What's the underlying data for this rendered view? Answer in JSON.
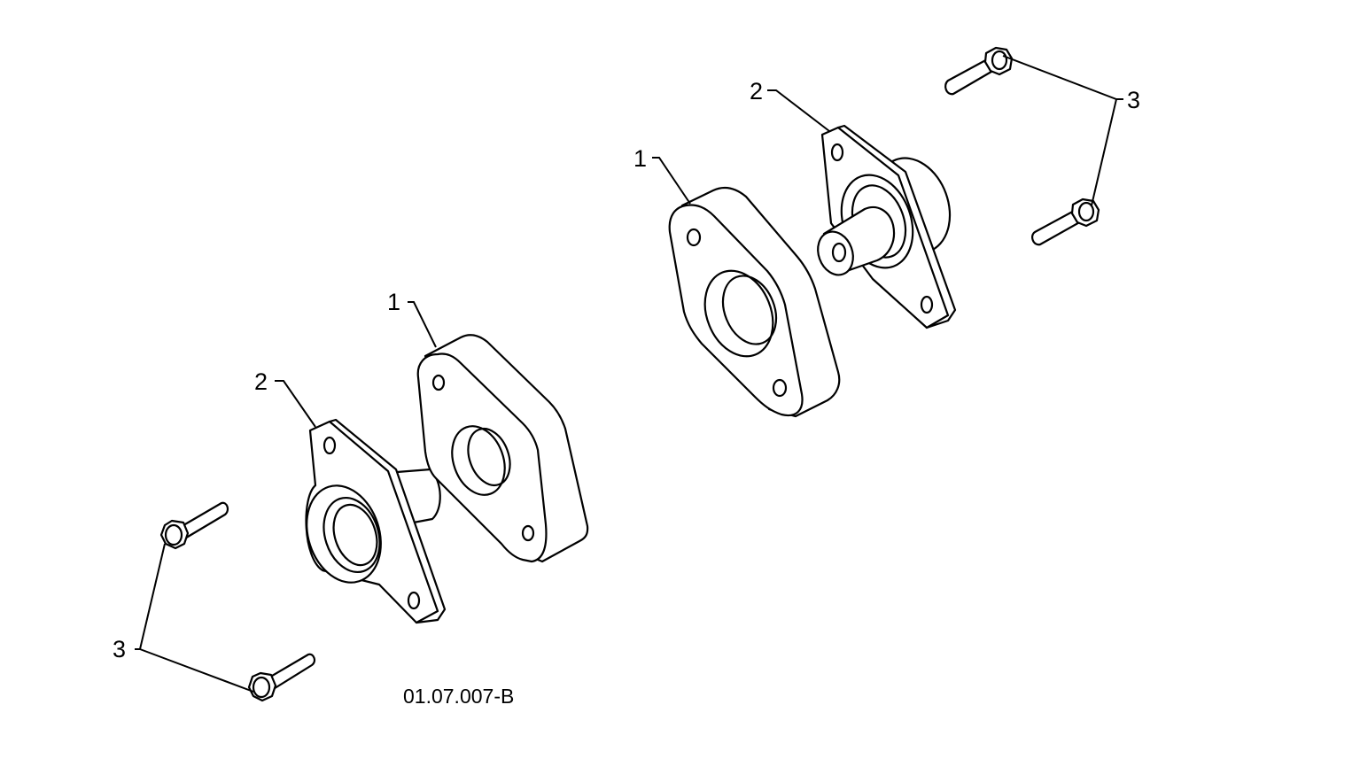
{
  "callouts": {
    "spacer_left": "1",
    "spacer_right": "1",
    "bearing_left": "2",
    "bearing_right": "2",
    "bolts_left": "3",
    "bolts_right": "3"
  },
  "figure_ref": "01.07.007-B"
}
